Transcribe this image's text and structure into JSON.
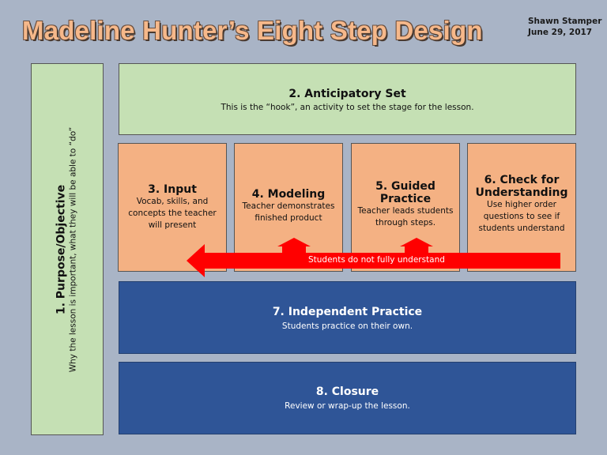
{
  "header": {
    "title": "Madeline Hunter’s Eight Step Design",
    "author": "Shawn Stamper",
    "date": "June 29, 2017"
  },
  "steps": {
    "purpose": {
      "title": "1.  Purpose/Objective",
      "text": "Why the lesson is important, what they will be able to “do”"
    },
    "anticipatory": {
      "title": "2.  Anticipatory Set",
      "text": "This is the “hook”, an activity to set the stage for the lesson."
    },
    "input": {
      "title": "3. Input",
      "text_lines": [
        "Vocab, skills, and",
        "concepts the teacher",
        "will present"
      ]
    },
    "modeling": {
      "title": "4.  Modeling",
      "text_lines": [
        "Teacher demonstrates",
        "finished product"
      ]
    },
    "guided": {
      "title_lines": [
        "5.  Guided",
        "Practice"
      ],
      "text_lines": [
        "Teacher leads students",
        "through steps."
      ]
    },
    "check": {
      "title_lines": [
        "6.  Check for",
        "Understanding"
      ],
      "text_lines": [
        "Use higher order",
        "questions to see if",
        "students understand"
      ]
    },
    "independent": {
      "title": "7.  Independent Practice",
      "text": "Students practice on their own."
    },
    "closure": {
      "title": "8.  Closure",
      "text": "Review or wrap-up the lesson."
    }
  },
  "arrow": {
    "label": "Students do not fully understand"
  },
  "colors": {
    "background": "#a9b4c6",
    "green": "#c5e0b4",
    "orange": "#f4b183",
    "blue": "#2f5597",
    "arrow": "#ff0000",
    "title": "#f6b88a"
  }
}
